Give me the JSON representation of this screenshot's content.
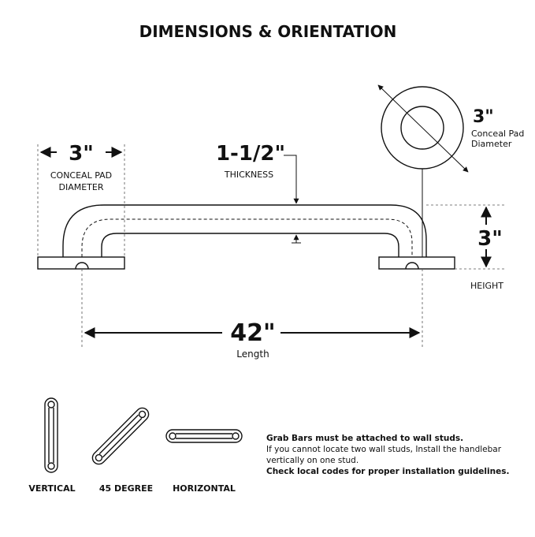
{
  "title": "DIMENSIONS & ORIENTATION",
  "pad_left": {
    "value": "3\"",
    "label_line1": "CONCEAL PAD",
    "label_line2": "DIAMETER"
  },
  "thickness": {
    "value": "1-1/2\"",
    "label": "THICKNESS"
  },
  "pad_right": {
    "value": "3\"",
    "label_line1": "Conceal Pad",
    "label_line2": "Diameter"
  },
  "height": {
    "value": "3\"",
    "label": "HEIGHT"
  },
  "length": {
    "value": "42\"",
    "label": "Length"
  },
  "orientations": [
    {
      "label": "VERTICAL"
    },
    {
      "label": "45 DEGREE"
    },
    {
      "label": "HORIZONTAL"
    }
  ],
  "note": {
    "line1": "Grab Bars must be attached to wall studs.",
    "line2": "If you cannot locate two wall studs, Install the handlebar",
    "line3": "vertically on one stud.",
    "line4": "Check local codes for proper installation guidelines."
  }
}
